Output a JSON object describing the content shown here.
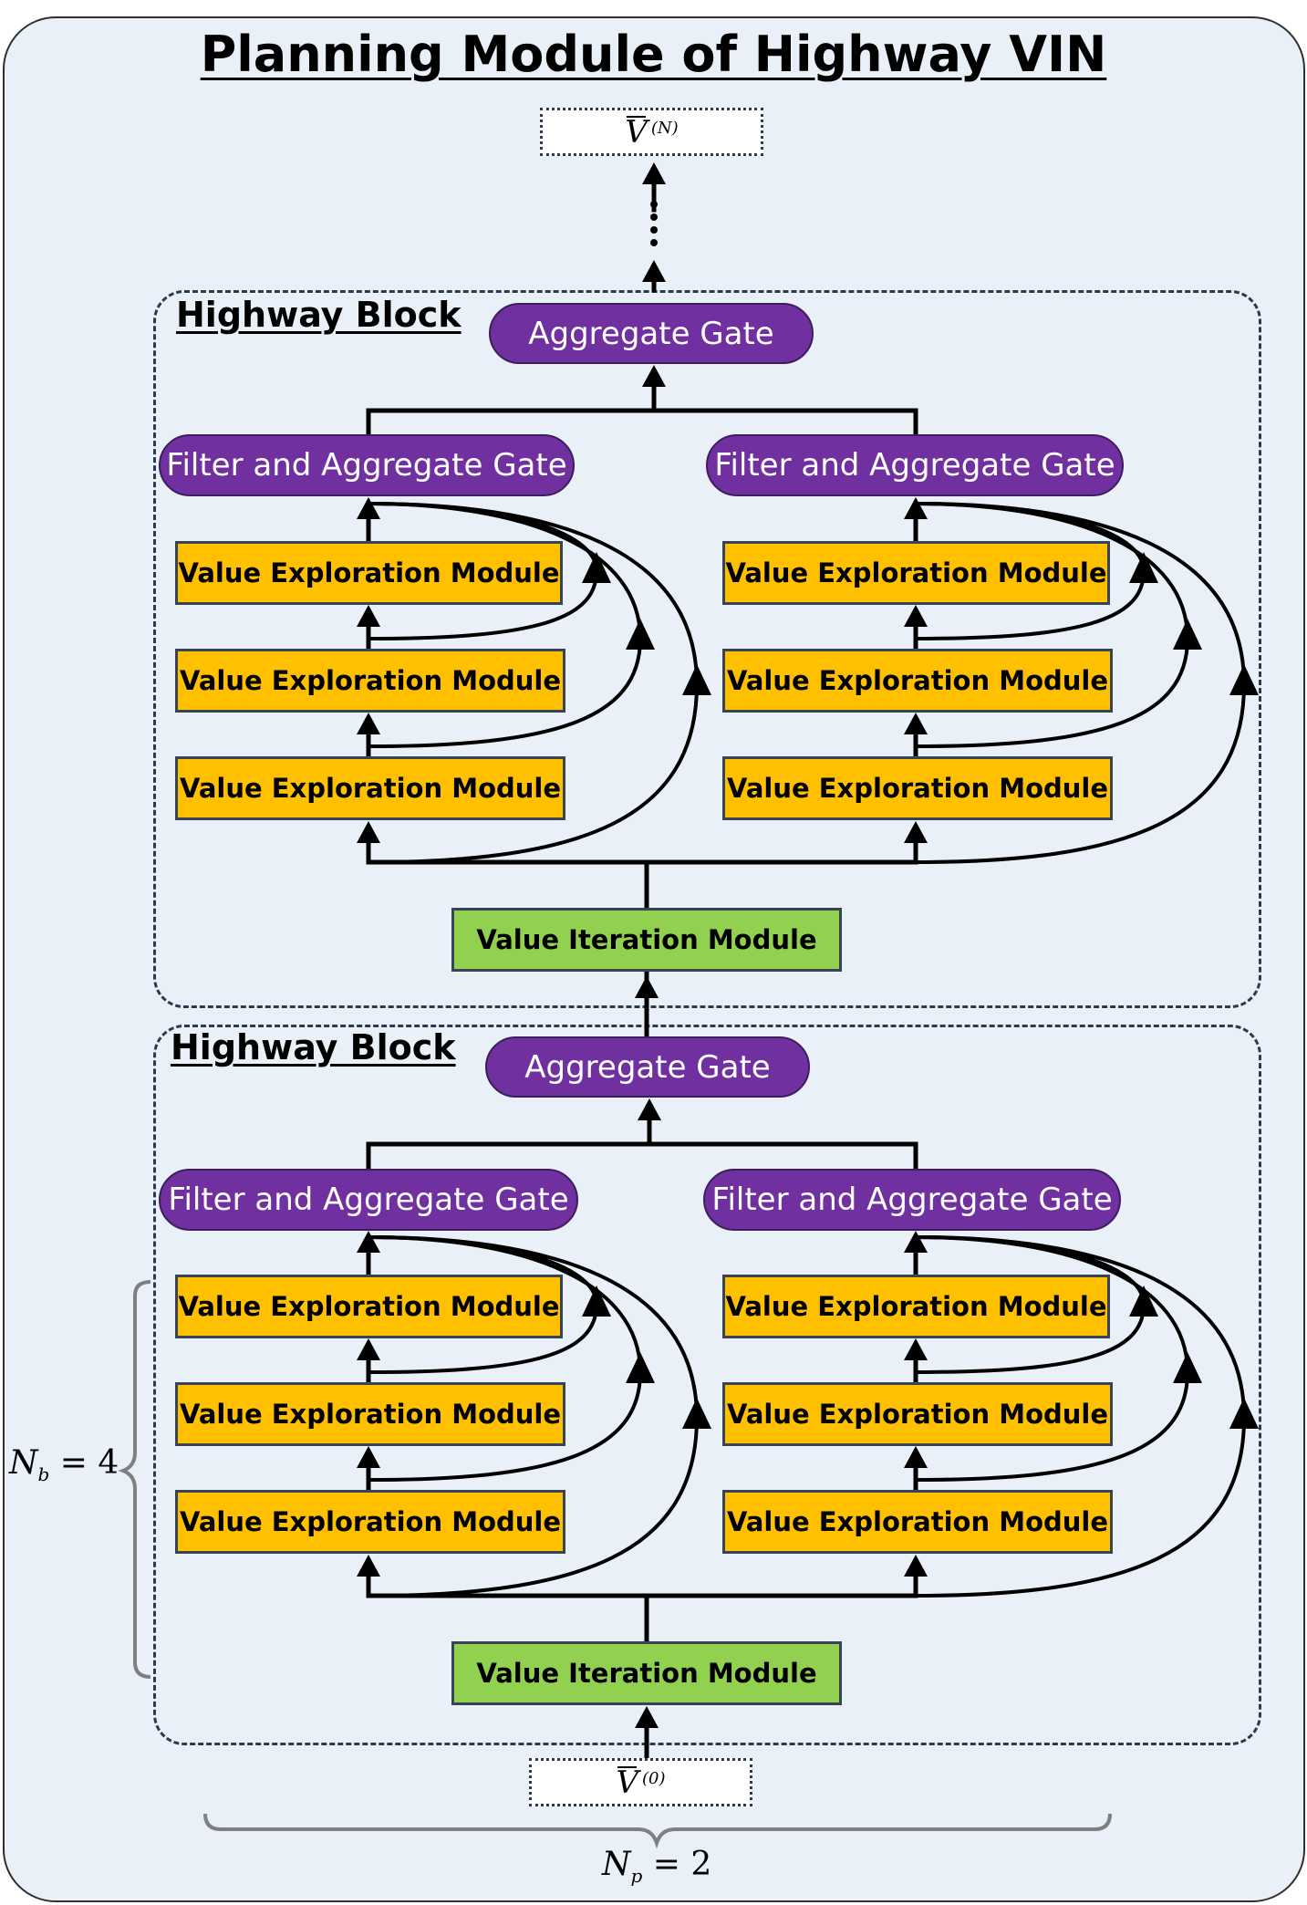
{
  "title": "Planning Module of Highway VIN",
  "output": {
    "symbol": "V",
    "superscript": "(N)"
  },
  "input": {
    "symbol": "V",
    "superscript": "(0)"
  },
  "blocks": [
    {
      "title": "Highway Block",
      "aggregate_gate": "Aggregate Gate",
      "branches": [
        {
          "gate": "Filter and Aggregate Gate",
          "modules": [
            "Value Exploration Module",
            "Value Exploration Module",
            "Value Exploration Module"
          ]
        },
        {
          "gate": "Filter and Aggregate Gate",
          "modules": [
            "Value Exploration Module",
            "Value Exploration Module",
            "Value Exploration Module"
          ]
        }
      ],
      "value_iteration": "Value Iteration Module"
    },
    {
      "title": "Highway Block",
      "aggregate_gate": "Aggregate Gate",
      "branches": [
        {
          "gate": "Filter and Aggregate Gate",
          "modules": [
            "Value Exploration Module",
            "Value Exploration Module",
            "Value Exploration Module"
          ]
        },
        {
          "gate": "Filter and Aggregate Gate",
          "modules": [
            "Value Exploration Module",
            "Value Exploration Module",
            "Value Exploration Module"
          ]
        }
      ],
      "value_iteration": "Value Iteration Module"
    }
  ],
  "labels": {
    "nb": {
      "symbol": "N",
      "subscript": "b",
      "relation": "= 4"
    },
    "np": {
      "symbol": "N",
      "subscript": "p",
      "relation": "= 2"
    }
  },
  "colors": {
    "gate": "#7030a0",
    "exploration": "#ffc000",
    "iteration": "#92d050",
    "background": "#eaf0f8"
  }
}
